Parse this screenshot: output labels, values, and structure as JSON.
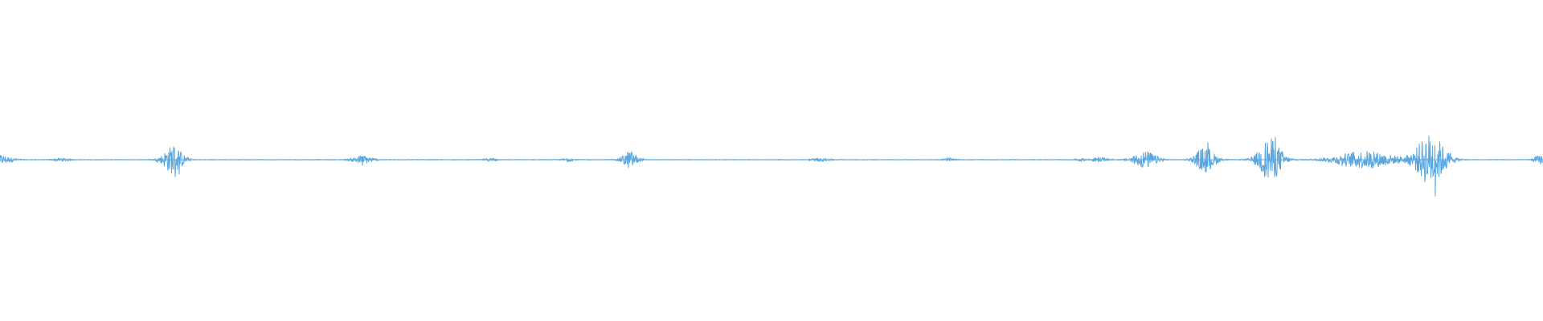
{
  "waveform": {
    "color": "#5aa6df",
    "bursts": [
      {
        "position": 0.0,
        "amplitude": 0.06,
        "spread": 0.012
      },
      {
        "position": 0.04,
        "amplitude": 0.02,
        "spread": 0.008
      },
      {
        "position": 0.112,
        "amplitude": 0.2,
        "spread": 0.01
      },
      {
        "position": 0.235,
        "amplitude": 0.06,
        "spread": 0.01
      },
      {
        "position": 0.318,
        "amplitude": 0.02,
        "spread": 0.006
      },
      {
        "position": 0.368,
        "amplitude": 0.02,
        "spread": 0.006
      },
      {
        "position": 0.408,
        "amplitude": 0.12,
        "spread": 0.008
      },
      {
        "position": 0.532,
        "amplitude": 0.02,
        "spread": 0.01
      },
      {
        "position": 0.615,
        "amplitude": 0.02,
        "spread": 0.006
      },
      {
        "position": 0.7,
        "amplitude": 0.02,
        "spread": 0.004
      },
      {
        "position": 0.712,
        "amplitude": 0.03,
        "spread": 0.008
      },
      {
        "position": 0.742,
        "amplitude": 0.12,
        "spread": 0.012
      },
      {
        "position": 0.781,
        "amplitude": 0.18,
        "spread": 0.01
      },
      {
        "position": 0.823,
        "amplitude": 0.3,
        "spread": 0.012
      },
      {
        "position": 0.885,
        "amplitude": 0.12,
        "spread": 0.03
      },
      {
        "position": 0.927,
        "amplitude": 0.36,
        "spread": 0.015
      },
      {
        "position": 0.998,
        "amplitude": 0.06,
        "spread": 0.006
      }
    ]
  }
}
